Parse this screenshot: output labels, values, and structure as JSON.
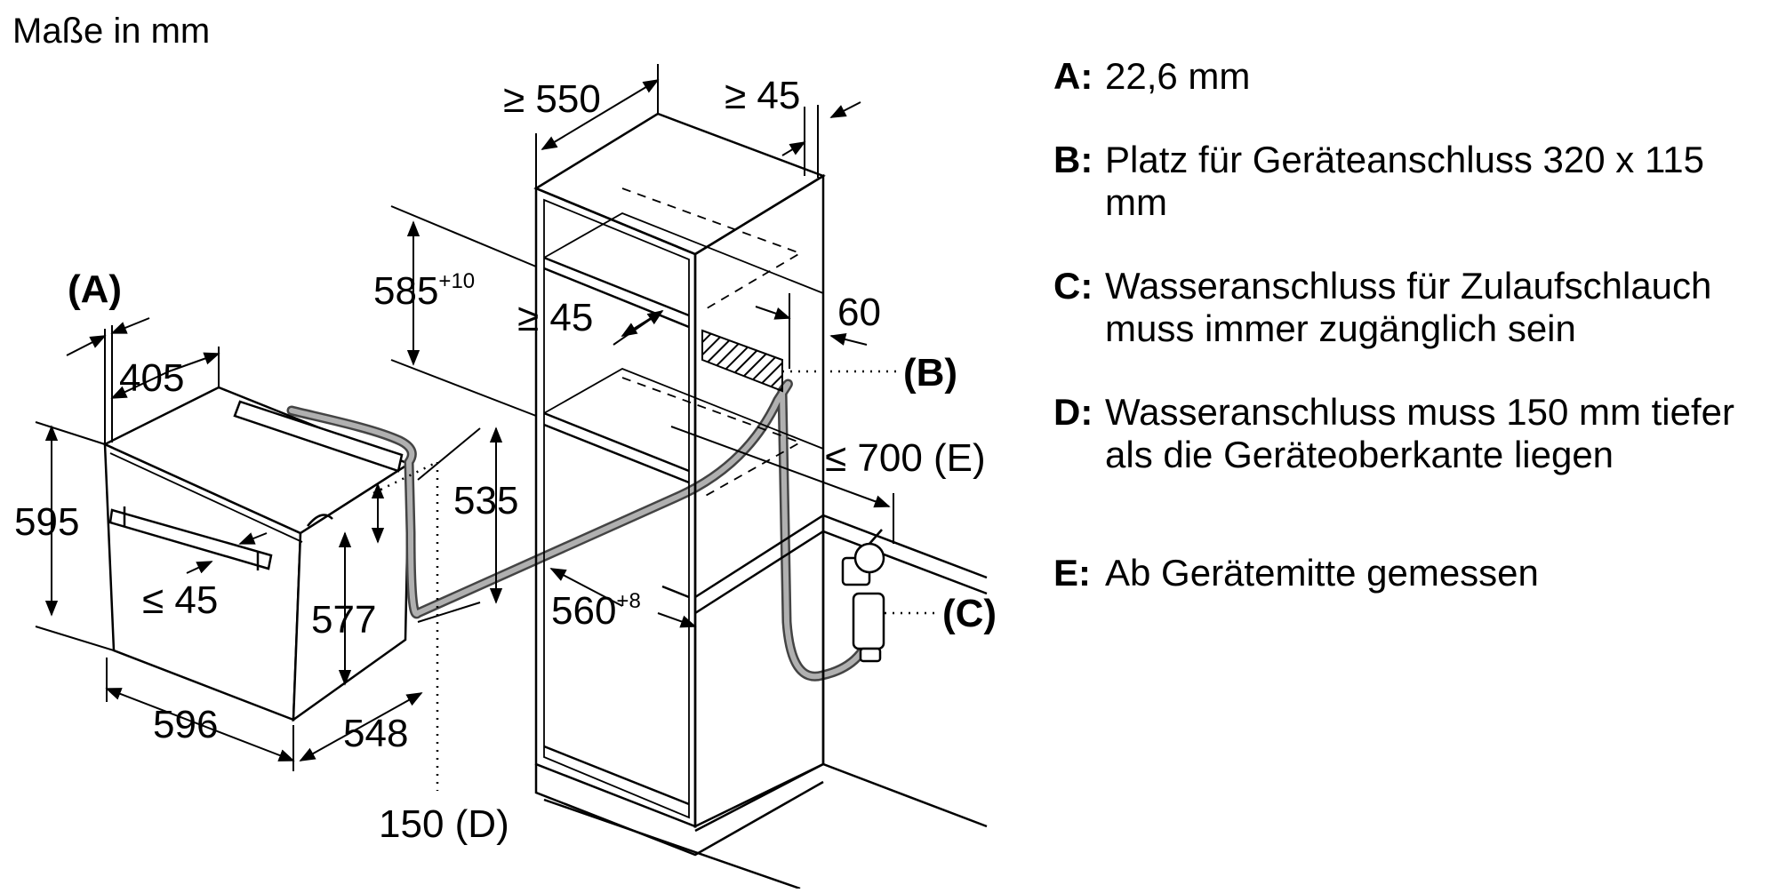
{
  "title": "Maße in mm",
  "dimensions": {
    "a_label": "(A)",
    "oven_depth": "405",
    "oven_height": "595",
    "oven_width": "596",
    "oven_body_depth": "548",
    "oven_body_height": "577",
    "handle_clearance": "≤ 45",
    "hose_height": "535",
    "d_value": "150 (D)",
    "niche_depth": "≥ 550",
    "top_gap": "≥ 45",
    "niche_height_base": "585",
    "niche_height_tol": "+10",
    "inner_gap": "≥ 45",
    "rear_gap": "60",
    "b_label": "(B)",
    "e_label": "≤ 700 (E)",
    "niche_width_base": "560",
    "niche_width_tol": "+8",
    "c_label": "(C)"
  },
  "legend": [
    {
      "key": "A:",
      "text": "22,6 mm"
    },
    {
      "key": "B:",
      "text": "Platz für Geräteanschluss 320 x 115 mm"
    },
    {
      "key": "C:",
      "text": "Wasseranschluss für Zulaufschlauch muss immer zugänglich sein"
    },
    {
      "key": "D:",
      "text": "Wasseranschluss muss 150 mm tiefer als die Geräteoberkante liegen"
    },
    {
      "key": "E:",
      "text": "Ab Gerätemitte gemessen"
    }
  ]
}
